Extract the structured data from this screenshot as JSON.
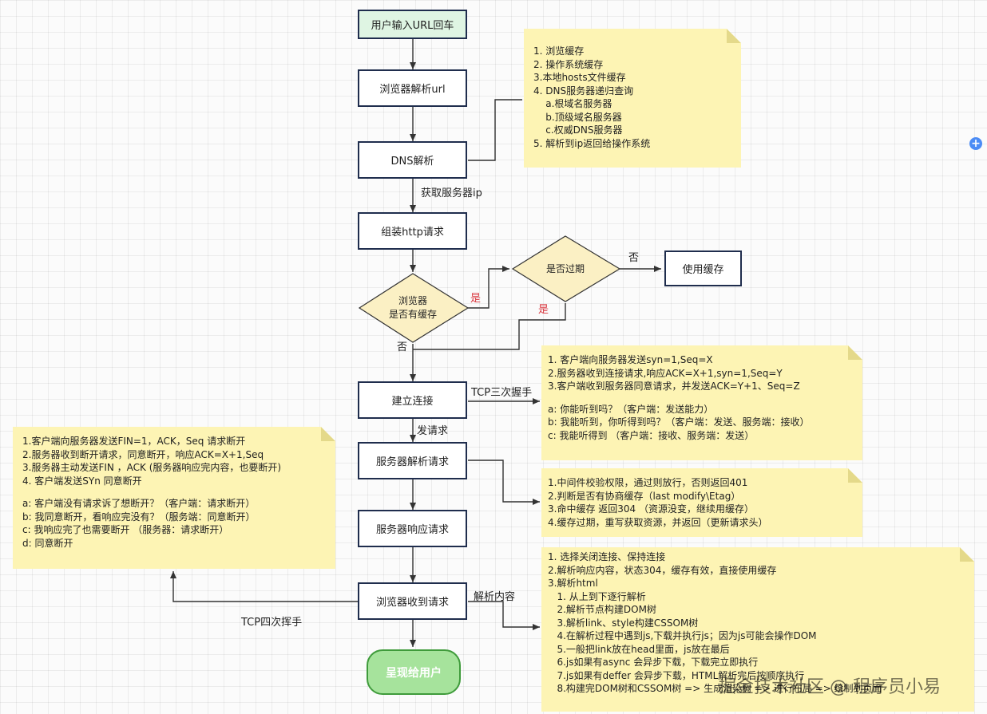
{
  "nodes": {
    "start": "用户输入URL回车",
    "parse_url": "浏览器解析url",
    "dns": "DNS解析",
    "assemble": "组装http请求",
    "cache_check": "浏览器\n是否有缓存",
    "expired_check": "是否过期",
    "use_cache": "使用缓存",
    "connect": "建立连接",
    "server_parse": "服务器解析请求",
    "server_respond": "服务器响应请求",
    "browser_receive": "浏览器收到请求",
    "end": "呈现给用户"
  },
  "edge_labels": {
    "get_ip": "获取服务器ip",
    "yes_cache": "是",
    "yes_expired": "是",
    "no_expired": "否",
    "no_cache": "否",
    "tcp_handshake": "TCP三次握手",
    "send_request": "发请求",
    "parse_content": "解析内容",
    "tcp_wave": "TCP四次挥手"
  },
  "notes": {
    "dns_cache": [
      "1. 浏览缓存",
      "2. 操作系统缓存",
      "3.本地hosts文件缓存",
      "4. DNS服务器递归查询",
      "    a.根域名服务器",
      "    b.顶级域名服务器",
      "    c.权威DNS服务器",
      "5. 解析到ip返回给操作系统"
    ],
    "handshake": [
      "1. 客户端向服务器发送syn=1,Seq=X",
      "2.服务器收到连接请求,响应ACK=X+1,syn=1,Seq=Y",
      "3.客户端收到服务器同意请求，并发送ACK=Y+1、Seq=Z",
      "",
      "a: 你能听到吗？（客户端：发送能力）",
      "b: 我能听到，你听得到吗？（客户端：发送、服务端：接收）",
      "c: 我能听得到 （客户端：接收、服务端：发送）"
    ],
    "server_checks": [
      "1.中间件校验权限，通过则放行，否则返回401",
      "2.判断是否有协商缓存（last modify\\Etag）",
      "3.命中缓存 返回304 （资源没变，继续用缓存）",
      "4.缓存过期，重写获取资源，并返回（更新请求头）"
    ],
    "wave": [
      "1.客户端向服务器发送FIN=1，ACK，Seq 请求断开",
      "2.服务器收到断开请求，同意断开，响应ACK=X+1,Seq",
      "3.服务器主动发送FIN ，ACK (服务器响应完内容，也要断开)",
      "4. 客户端发送SYn 同意断开",
      "",
      "a: 客户端没有请求诉了想断开？（客户端：请求断开）",
      "b: 我同意断开，看响应完没有？（服务端：同意断开）",
      "c: 我响应完了也需要断开 （服务器：请求断开）",
      "d: 同意断开"
    ],
    "render": [
      "1. 选择关闭连接、保持连接",
      "2.解析响应内容，状态304，缓存有效，直接使用缓存",
      "3.解析html",
      "   1. 从上到下逐行解析",
      "   2.解析节点构建DOM树",
      "   3.解析link、style构建CSSOM树",
      "   4.在解析过程中遇到js,下载并执行js；因为js可能会操作DOM",
      "   5.一般把link放在head里面，js放在最后",
      "   6.js如果有async 会异步下载，下载完立即执行",
      "   7.js如果有deffer 会异步下载，HTML解析完后按顺序执行",
      "   8.构建完DOM树和CSSOM树 => 生成渲染树 => 进行布局 => 绘制到页面"
    ]
  },
  "watermark": "掘金技术社区 @ 程序员小易",
  "colors": {
    "node_border": "#1f2d4d",
    "start_fill": "#dff5e3",
    "end_fill": "#a6e39c",
    "diamond_fill": "#fbf0c4",
    "note_fill": "#fdf4b4",
    "yes_label": "#d9363e",
    "wire": "#333333"
  }
}
